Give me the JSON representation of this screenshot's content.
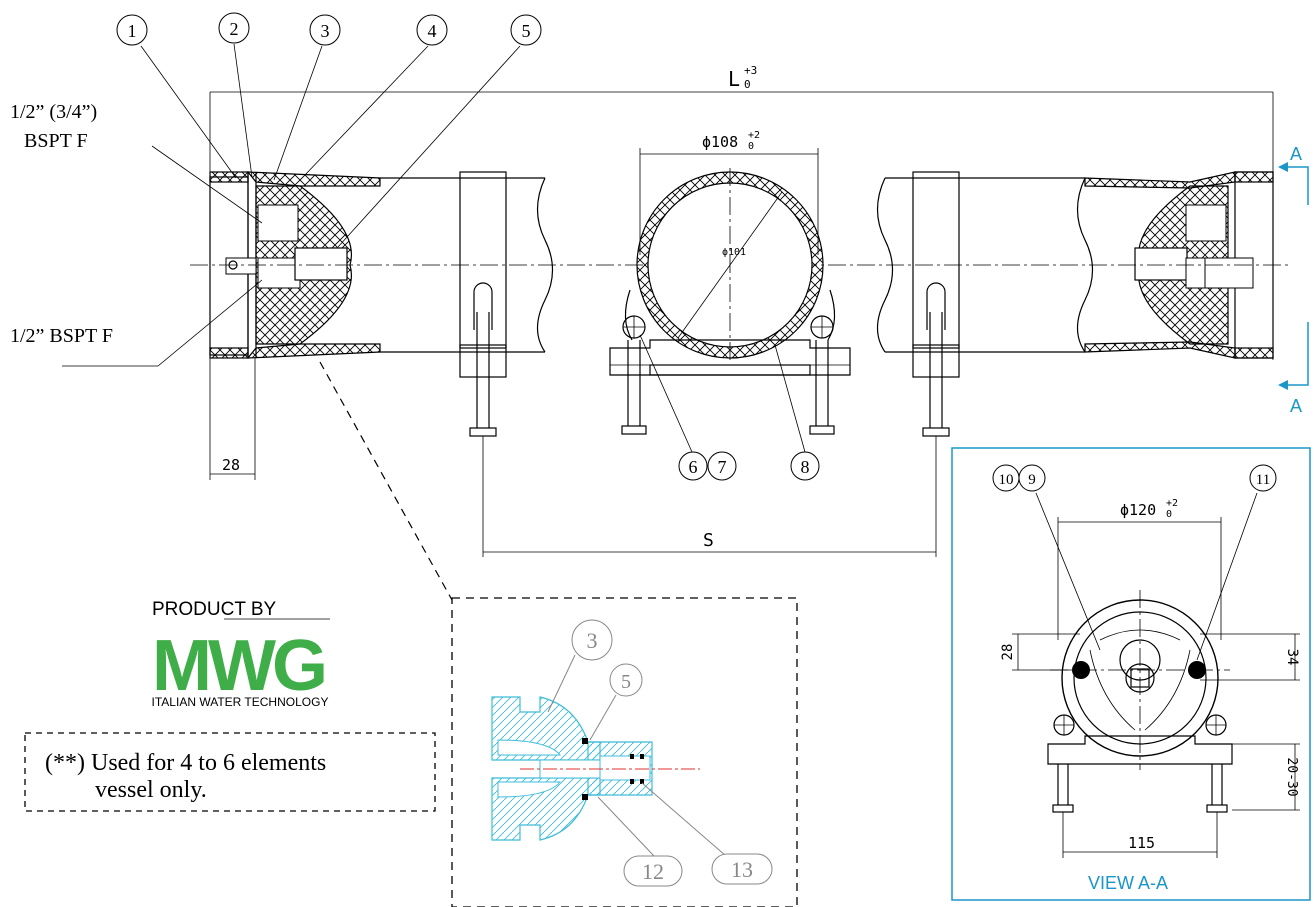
{
  "balloons": {
    "b1": "1",
    "b2": "2",
    "b3": "3",
    "b4": "4",
    "b5": "5",
    "b6": "6",
    "b7": "7",
    "b8": "8",
    "b9": "9",
    "b10": "10",
    "b11": "11",
    "d3": "3",
    "d5": "5",
    "d12": "12",
    "d13": "13"
  },
  "port_labels": {
    "top_line1": "1/2” (3/4”)",
    "top_line2": "BSPT F",
    "bottom": "1/2” BSPT F"
  },
  "dimensions": {
    "length": "L",
    "length_tol": "+3",
    "length_tol_low": "0",
    "diameter": "ϕ108",
    "diameter_tol": "+2",
    "diameter_tol_low": "0",
    "inner": "ϕ101",
    "end_offset": "28",
    "support_span": "S",
    "view_dia": "ϕ120",
    "view_dia_tol": "+2",
    "view_dia_tol_low": "0",
    "view_28": "28",
    "view_34": "34",
    "view_20_30": "20-30",
    "view_115": "115"
  },
  "section": {
    "marker": "A",
    "view_title": "VIEW A-A"
  },
  "branding": {
    "product_by": "PRODUCT BY",
    "logo_text": "MWG",
    "tagline": "ITALIAN WATER TECHNOLOGY",
    "logo_color": "#3fae49"
  },
  "note": {
    "line1": "(**) Used for 4 to 6 elements",
    "line2": "vessel only."
  },
  "colors": {
    "line": "#000000",
    "accent": "#1a96c8",
    "detail_hatch": "#3fbcd8"
  }
}
